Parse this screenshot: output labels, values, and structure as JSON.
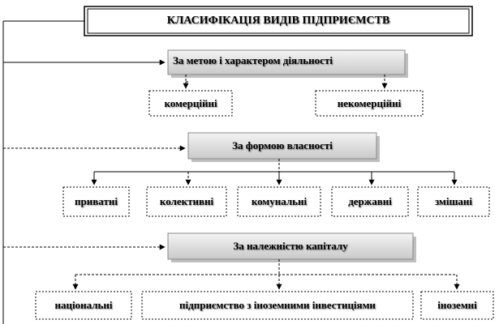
{
  "title": "КЛАСИФІКАЦІЯ ВИДІВ ПІДПРИЄМСТВ",
  "categories": [
    {
      "label": "За метою і характером діяльності",
      "items": [
        "комерційні",
        "некомерційні"
      ]
    },
    {
      "label": "За формою власності",
      "items": [
        "приватні",
        "колективні",
        "комунальні",
        "державні",
        "змішані"
      ]
    },
    {
      "label": "За належністю капіталу",
      "items": [
        "національні",
        "підприємство з іноземними інвестиціями",
        "іноземні"
      ]
    }
  ]
}
